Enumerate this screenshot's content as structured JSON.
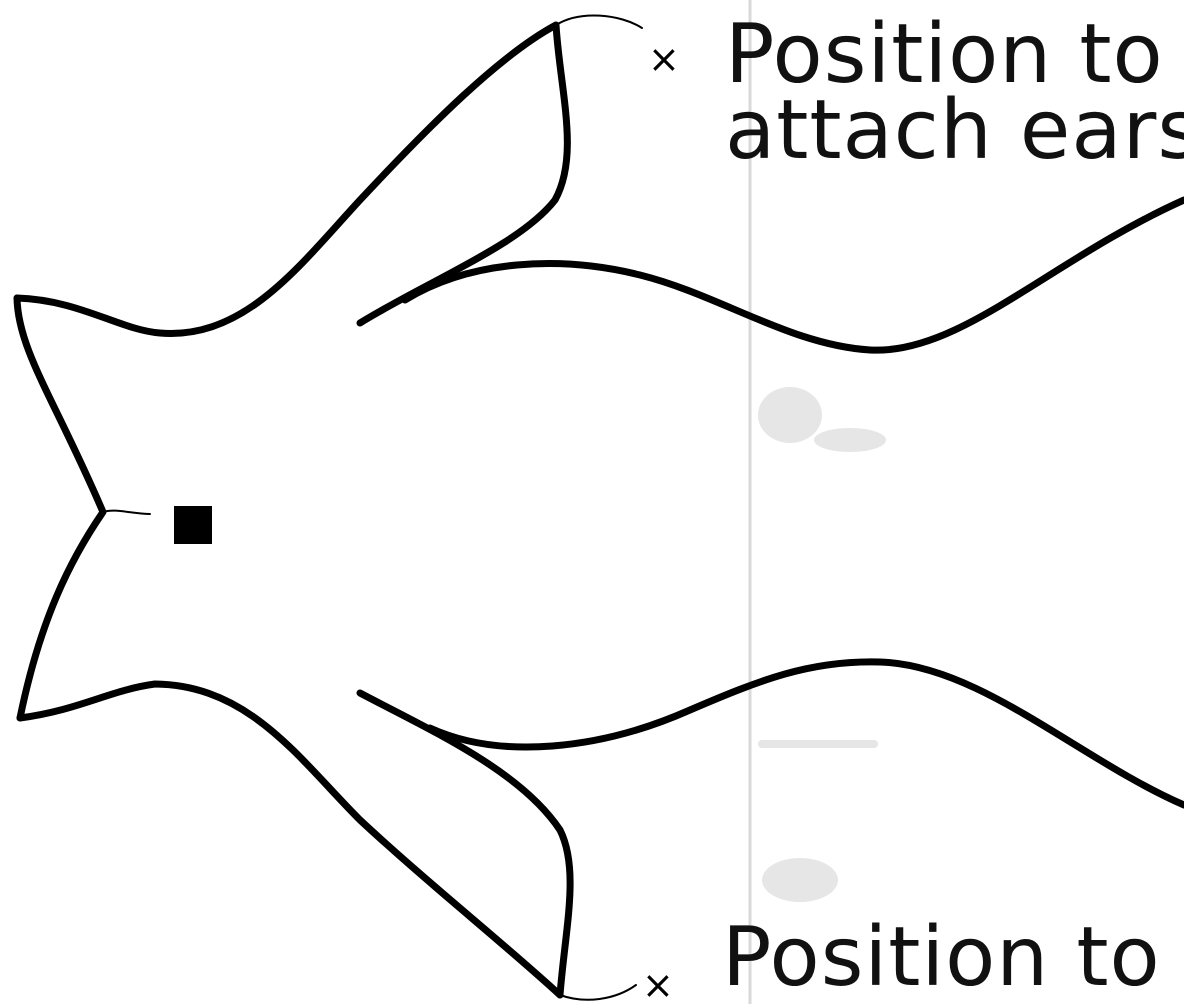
{
  "colors": {
    "ink": "#000000",
    "paper": "#ffffff",
    "fold": "#c9c9c9"
  },
  "annotations": {
    "top": {
      "marker": "×",
      "lines": [
        "Position to",
        "attach ears"
      ]
    },
    "bottom": {
      "marker": "×",
      "lines": [
        "Position to"
      ]
    }
  },
  "shapes": {
    "body_outline": "template-outline",
    "center_marker": "filled-square",
    "fold": "vertical-fold-line"
  }
}
